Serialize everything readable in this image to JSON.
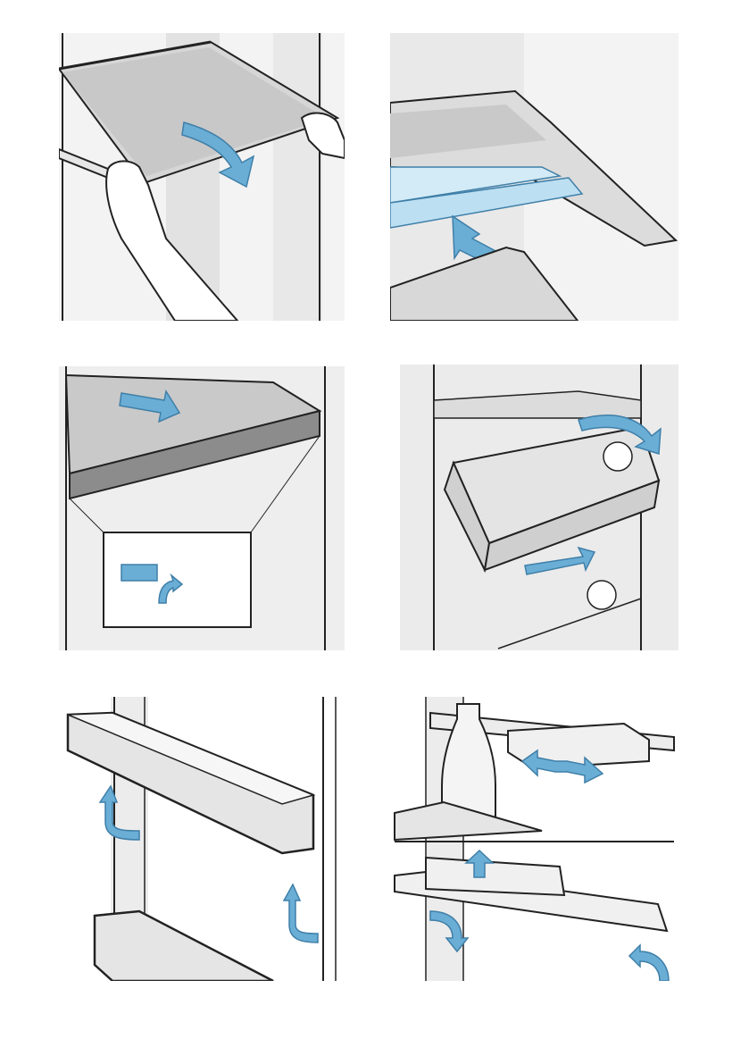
{
  "page": {
    "type": "instruction-illustrations",
    "text": []
  },
  "colors": {
    "arrow": "#6aaed6",
    "arrow_outline": "#3f7fa8",
    "shelf_highlight": "#d3ebf6",
    "wall_light": "#f0f0f0",
    "wall_mid": "#dcdcdc",
    "glass": "#c9c9c9",
    "outline": "#222222"
  },
  "figures": [
    {
      "name": "lift-glass-shelf",
      "icons": [
        "hand-icon",
        "curved-arrow-icon"
      ]
    },
    {
      "name": "insert-shelf-trim",
      "icons": [
        "push-arrow-icon"
      ]
    },
    {
      "name": "pull-shelf-detail",
      "icons": [
        "slide-arrow-icon",
        "release-arrow-icon"
      ]
    },
    {
      "name": "remove-crisper-drawer",
      "icons": [
        "curved-arrow-icon",
        "step-marker-icon"
      ]
    },
    {
      "name": "remove-door-rack",
      "icons": [
        "lift-arrow-icon"
      ]
    },
    {
      "name": "adjust-bottle-shelf",
      "icons": [
        "double-arrow-icon",
        "up-arrow-icon",
        "bottle-icon"
      ]
    }
  ]
}
